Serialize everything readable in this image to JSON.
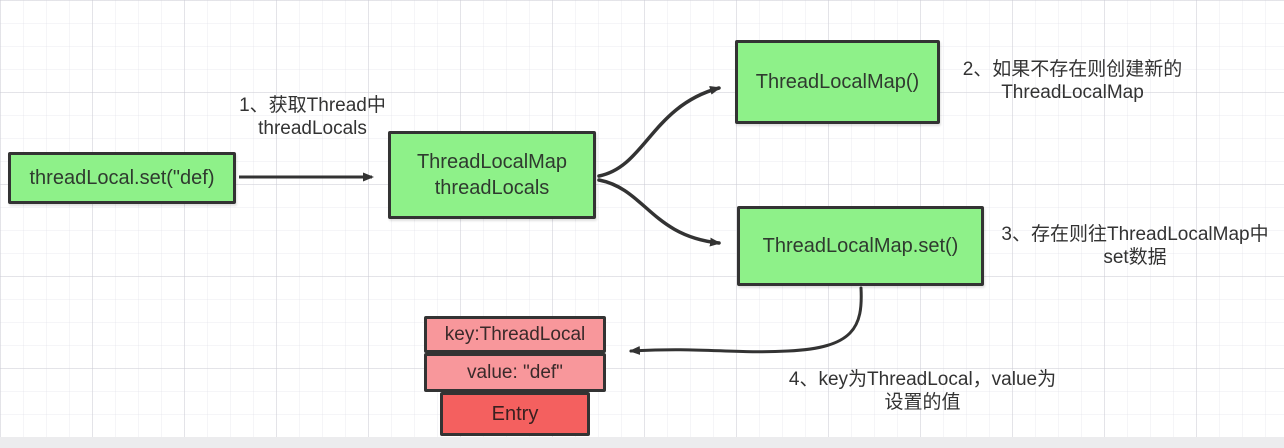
{
  "diagram": {
    "title_hint": "ThreadLocal set() 流程图",
    "nodes": {
      "set_call": {
        "label": "threadLocal.set(\"def)"
      },
      "threadlocals": {
        "line1": "ThreadLocalMap",
        "line2": "threadLocals"
      },
      "map_new": {
        "label": "ThreadLocalMap()"
      },
      "map_set": {
        "label": "ThreadLocalMap.set()"
      },
      "entry_key": {
        "label": "key:ThreadLocal"
      },
      "entry_value": {
        "label": "value: \"def\""
      },
      "entry": {
        "label": "Entry"
      }
    },
    "annotations": {
      "step1": {
        "line1": "1、获取Thread中",
        "line2": "threadLocals"
      },
      "step2": {
        "line1": "2、如果不存在则创建新的",
        "line2": "ThreadLocalMap"
      },
      "step3": {
        "line1": "3、存在则往ThreadLocalMap中",
        "line2": "set数据"
      },
      "step4": {
        "line1": "4、key为ThreadLocal，value为",
        "line2": "设置的值"
      }
    },
    "colors": {
      "node_green": "#8ef189",
      "node_pink": "#f8979b",
      "node_red": "#f4605f",
      "stroke": "#333333",
      "grid_line": "#dcdce2",
      "background": "#ffffff"
    }
  }
}
